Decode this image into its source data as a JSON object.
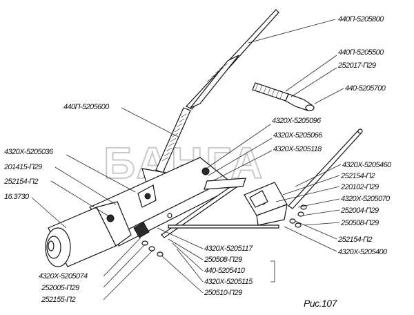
{
  "diagram": {
    "caption": "Рис.107",
    "watermark": "БАНГА",
    "labels": [
      {
        "id": "l1",
        "text": "440П-5205800"
      },
      {
        "id": "l2",
        "text": "440П-5205500"
      },
      {
        "id": "l3",
        "text": "252017-П29"
      },
      {
        "id": "l4",
        "text": "440-5205700"
      },
      {
        "id": "l5",
        "text": "440П-5205600"
      },
      {
        "id": "l6",
        "text": "4320Х-5205096"
      },
      {
        "id": "l7",
        "text": "4320Х-5205066"
      },
      {
        "id": "l8",
        "text": "4320Х-5205118"
      },
      {
        "id": "l9",
        "text": "4320Х-5205036"
      },
      {
        "id": "l10",
        "text": "201415-П29"
      },
      {
        "id": "l11",
        "text": "252154-П2"
      },
      {
        "id": "l12",
        "text": "16.3730"
      },
      {
        "id": "l13",
        "text": "4320Х-5205460"
      },
      {
        "id": "l14",
        "text": "252154-П2"
      },
      {
        "id": "l15",
        "text": "220102-П29"
      },
      {
        "id": "l16",
        "text": "4320Х-5205070"
      },
      {
        "id": "l17",
        "text": "252004-П29"
      },
      {
        "id": "l18",
        "text": "250508-П29"
      },
      {
        "id": "l19",
        "text": "252154-П2"
      },
      {
        "id": "l20",
        "text": "4320Х-5205400"
      },
      {
        "id": "l21",
        "text": "4320Х-5205117"
      },
      {
        "id": "l22",
        "text": "250508-П29"
      },
      {
        "id": "l23",
        "text": "440-5205410"
      },
      {
        "id": "l24",
        "text": "4320Х-5205115"
      },
      {
        "id": "l25",
        "text": "250510-П29"
      },
      {
        "id": "l26",
        "text": "4320Х-5205074"
      },
      {
        "id": "l27",
        "text": "252005-П29"
      },
      {
        "id": "l28",
        "text": "252155-П2"
      }
    ]
  }
}
